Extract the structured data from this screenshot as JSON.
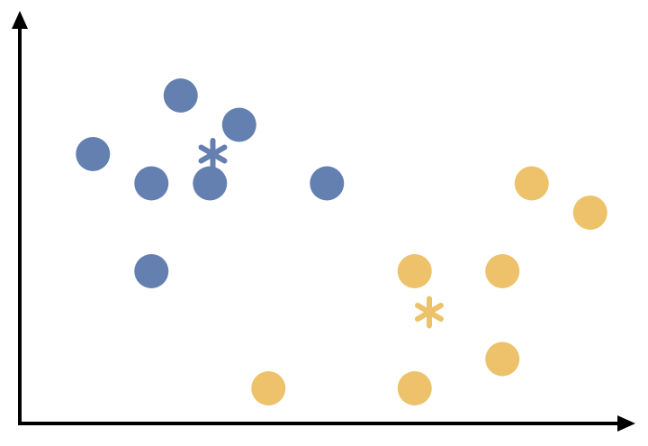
{
  "chart_data": {
    "type": "scatter",
    "title": "",
    "xlabel": "",
    "ylabel": "",
    "grid": false,
    "xlim": [
      0,
      21.3
    ],
    "ylim": [
      0,
      11.5
    ],
    "colors": {
      "blue": "#6480b0",
      "orange": "#edc26a",
      "axis": "#000000"
    },
    "series": [
      {
        "color": "#6480b0",
        "marker": "circle",
        "points": [
          [
            2.5,
            9.2
          ],
          [
            5.5,
            11.2
          ],
          [
            7.5,
            10.2
          ],
          [
            4.5,
            8.2
          ],
          [
            6.5,
            8.2
          ],
          [
            10.5,
            8.2
          ],
          [
            4.5,
            5.2
          ]
        ]
      },
      {
        "color": "#edc26a",
        "marker": "circle",
        "points": [
          [
            17.5,
            8.2
          ],
          [
            19.5,
            7.2
          ],
          [
            13.5,
            5.2
          ],
          [
            16.5,
            5.2
          ],
          [
            16.5,
            2.2
          ],
          [
            8.5,
            1.2
          ],
          [
            13.5,
            1.2
          ]
        ]
      },
      {
        "color": "#6480b0",
        "marker": "asterisk",
        "points": [
          [
            6.6,
            9.2
          ]
        ]
      },
      {
        "color": "#edc26a",
        "marker": "asterisk",
        "points": [
          [
            14.0,
            3.8
          ]
        ]
      }
    ]
  }
}
